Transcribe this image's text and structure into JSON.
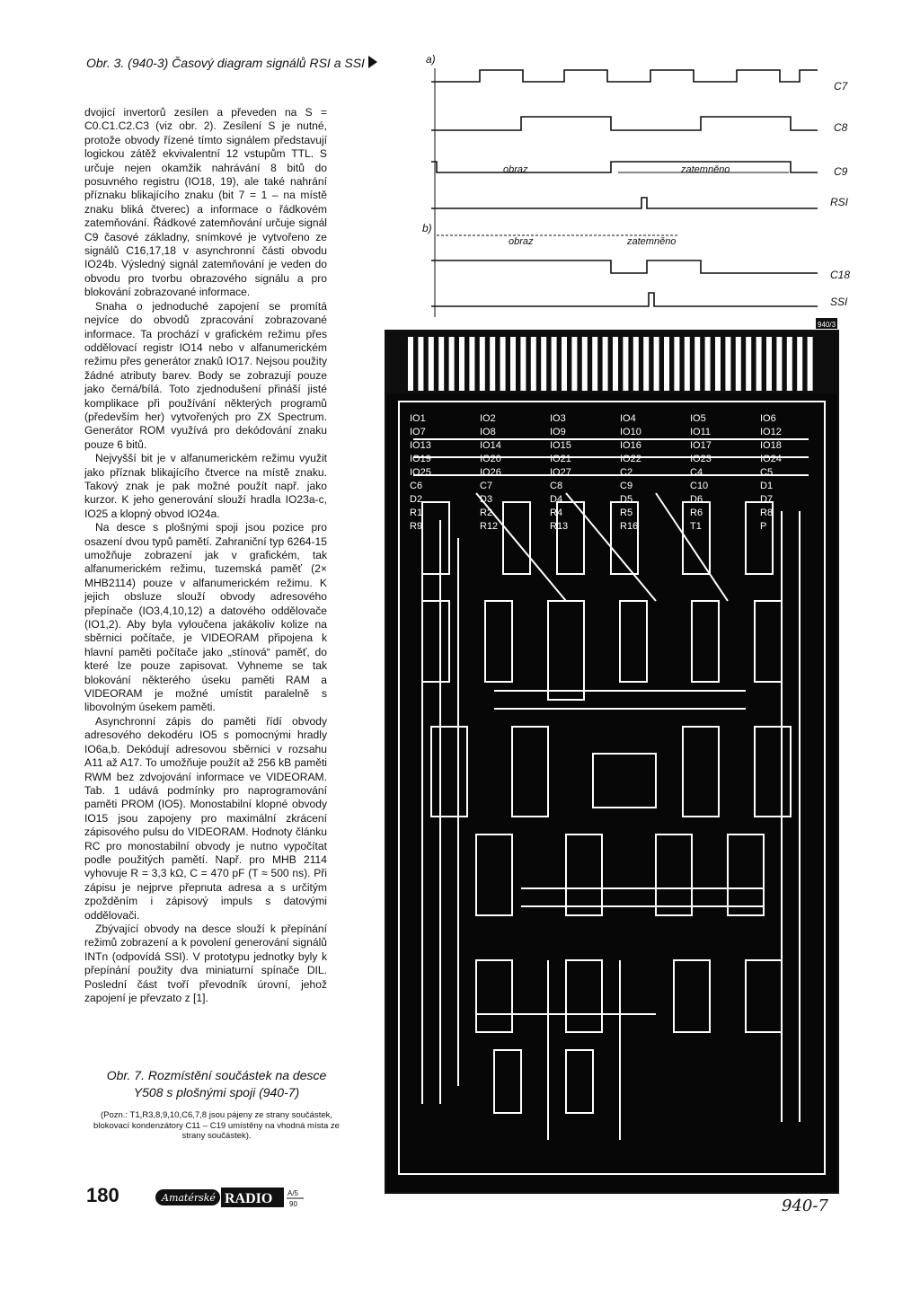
{
  "fig3": {
    "caption": "Obr. 3. (940-3) Časový diagram signálů RSI a SSI",
    "label_a": "a)",
    "label_b": "b)",
    "signals_a": [
      "C7",
      "C8",
      "C9",
      "RSI"
    ],
    "signals_b": [
      "C18",
      "SSI"
    ],
    "obraz": "obraz",
    "zatemneno": "zatemněno",
    "code": "940/3"
  },
  "column": {
    "paragraphs": [
      "dvojicí invertorů zesílen a převeden na S = C0.C1.C2.C3 (viz obr. 2). Zesílení S je nutné, protože obvody řízené tímto signálem představují logickou zátěž ekvivalentní 12 vstupům TTL. S určuje nejen okamžik nahrávání 8 bitů do posuvného registru (IO18, 19), ale také nahrání příznaku blikajícího znaku (bit 7 = 1 – na místě znaku bliká čtverec) a informace o řádkovém zatemňování. Řádkové zatemňování určuje signál C9 časové základny, snímkové je vytvořeno ze signálů C16,17,18 v asynchronní části obvodu IO24b. Výsledný signál zatemňování je veden do obvodu pro tvorbu obrazového signálu a pro blokování zobrazované informace.",
      "Snaha o jednoduché zapojení se promítá nejvíce do obvodů zpracování zobrazované informace. Ta prochází v grafickém režimu přes oddělovací registr IO14 nebo v alfanumerickém režimu přes generátor znaků IO17. Nejsou použity žádné atributy barev. Body se zobrazují pouze jako černá/bílá. Toto zjednodušení přináší jisté komplikace při používání některých programů (především her) vytvořených pro ZX Spectrum. Generátor ROM využívá pro dekódování znaku pouze 6 bitů.",
      "Nejvyšší bit je v alfanumerickém režimu využit jako příznak blikajícího čtverce na místě znaku. Takový znak je pak možné použít např. jako kurzor. K jeho generování slouží hradla IO23a-c, IO25 a klopný obvod IO24a.",
      "Na desce s plošnými spoji jsou pozice pro osazení dvou typů pamětí. Zahraniční typ 6264-15 umožňuje zobrazení jak v grafickém, tak alfanumerickém režimu, tuzemská paměť (2× MHB2114) pouze v alfanumerickém režimu. K jejich obsluze slouží obvody adresového přepínače (IO3,4,10,12) a datového oddělovače (IO1,2). Aby byla vyloučena jakákoliv kolize na sběrnici počítače, je VIDEORAM připojena k hlavní paměti počítače jako „stínová“ paměť, do které lze pouze zapisovat. Vyhneme se tak blokování některého úseku paměti RAM a VIDEORAM je možné umístit paralelně s libovolným úsekem paměti.",
      "Asynchronní zápis do paměti řídí obvody adresového dekodéru IO5 s pomocnými hradly IO6a,b. Dekódují adresovou sběrnici v rozsahu A11 až A17. To umožňuje použít až 256 kB paměti RWM bez zdvojování informace ve VIDEORAM. Tab. 1 udává podmínky pro naprogramování paměti PROM (IO5). Monostabilní klopné obvody IO15 jsou zapojeny pro maximální zkrácení zápisového pulsu do VIDEORAM. Hodnoty článku RC pro monostabilní obvody je nutno vypočítat podle použitých pamětí. Např. pro MHB 2114 vyhovuje R = 3,3 kΩ, C = 470 pF (T ≈ 500 ns). Při zápisu je nejprve přepnuta adresa a s určitým zpožděním i zápisový impuls s datovými oddělovači.",
      "Zbývající obvody na desce slouží k přepínání režimů zobrazení a k povolení generování signálů INTn (odpovídá SSI). V prototypu jednotky byly k přepínání použity dva miniaturní spínače DIL. Poslední část tvoří převodník úrovní, jehož zapojení je převzato z [1]."
    ]
  },
  "fig7": {
    "caption_line1": "Obr. 7. Rozmístění součástek na desce",
    "caption_line2": "Y508 s plošnými spoji (940-7)",
    "note": "(Pozn.: T1,R3,8,9,10,C6,7,8 jsou pájeny ze strany součástek, blokovací kondenzátory C11 – C19 umístěny na vhodná místa ze strany součástek).",
    "code": "940-7",
    "labels": [
      "IO1",
      "IO2",
      "IO3",
      "IO4",
      "IO5",
      "IO6",
      "IO7",
      "IO8",
      "IO9",
      "IO10",
      "IO11",
      "IO12",
      "IO13",
      "IO14",
      "IO15",
      "IO16",
      "IO17",
      "IO18",
      "IO19",
      "IO20",
      "IO21",
      "IO22",
      "IO23",
      "IO24",
      "IO25",
      "IO26",
      "IO27",
      "C2",
      "C4",
      "C5",
      "C6",
      "C7",
      "C8",
      "C9",
      "C10",
      "D1",
      "D2",
      "D3",
      "D4",
      "D5",
      "D6",
      "D7",
      "R1",
      "R2",
      "R4",
      "R5",
      "R6",
      "R8",
      "R9",
      "R12",
      "R13",
      "R16",
      "T1",
      "P"
    ]
  },
  "footer": {
    "page_number": "180",
    "logo_left": "Amatérské",
    "logo_right": "RADIO",
    "issue": "A/5",
    "year": "90"
  }
}
